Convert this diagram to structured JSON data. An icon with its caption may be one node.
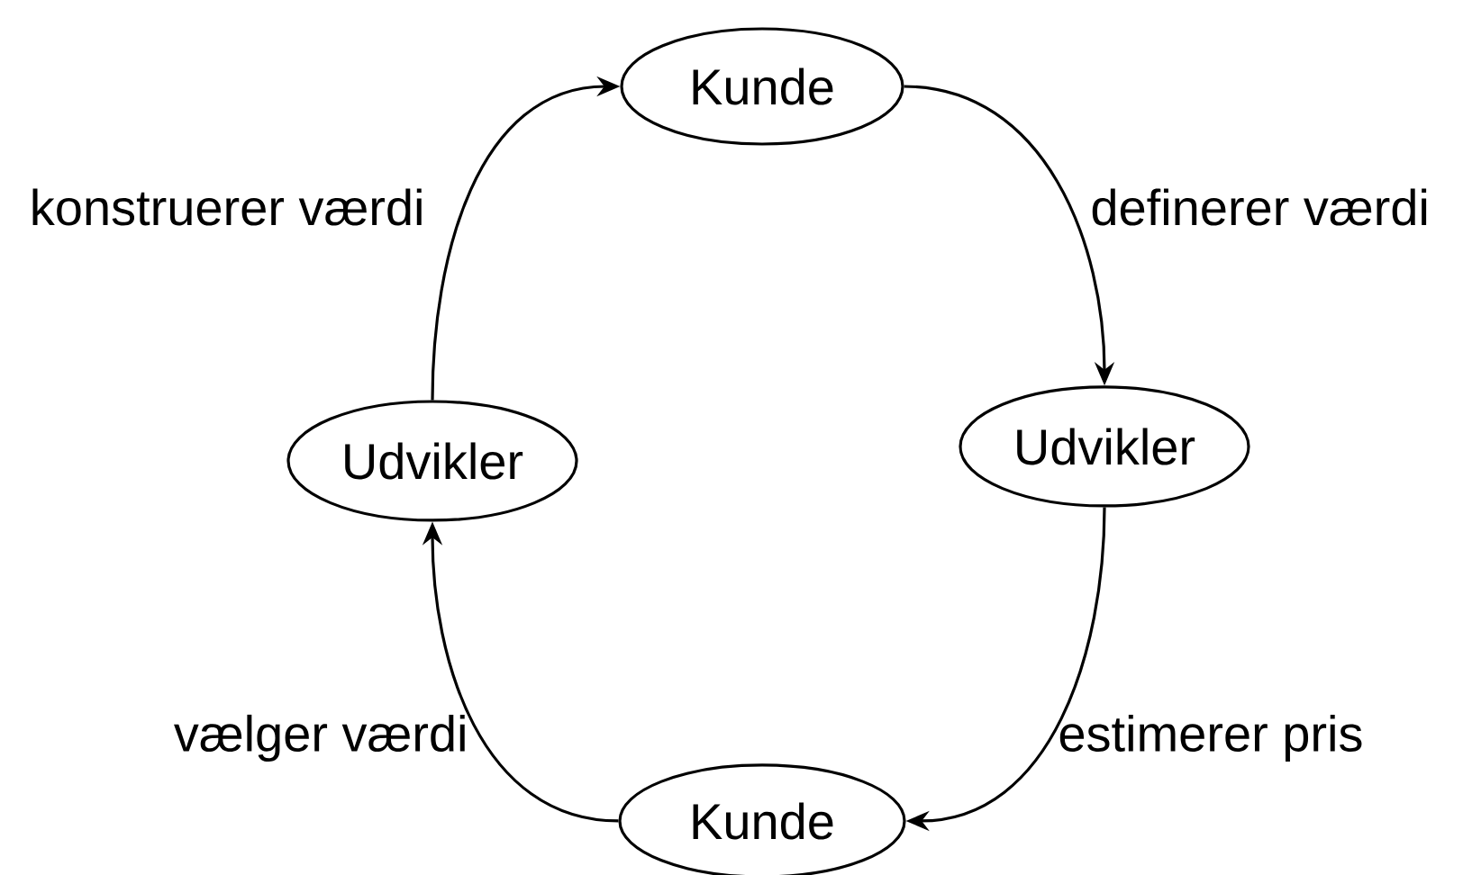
{
  "diagram": {
    "nodes": [
      {
        "text": [
          "Kunde"
        ]
      },
      {
        "text": [
          "Udvikler"
        ]
      },
      {
        "text": [
          "Kunde"
        ]
      },
      {
        "text": [
          "Udvikler"
        ]
      }
    ],
    "edges": [
      {
        "from": 0,
        "to": 1,
        "arrow": "to",
        "label": "definerer værdi"
      },
      {
        "from": 1,
        "to": 2,
        "arrow": "to",
        "label": "estimerer pris"
      },
      {
        "from": 2,
        "to": 3,
        "arrow": "to",
        "label": "vælger værdi"
      },
      {
        "from": 3,
        "to": 0,
        "arrow": "to",
        "label": "konstruerer værdi"
      }
    ]
  }
}
